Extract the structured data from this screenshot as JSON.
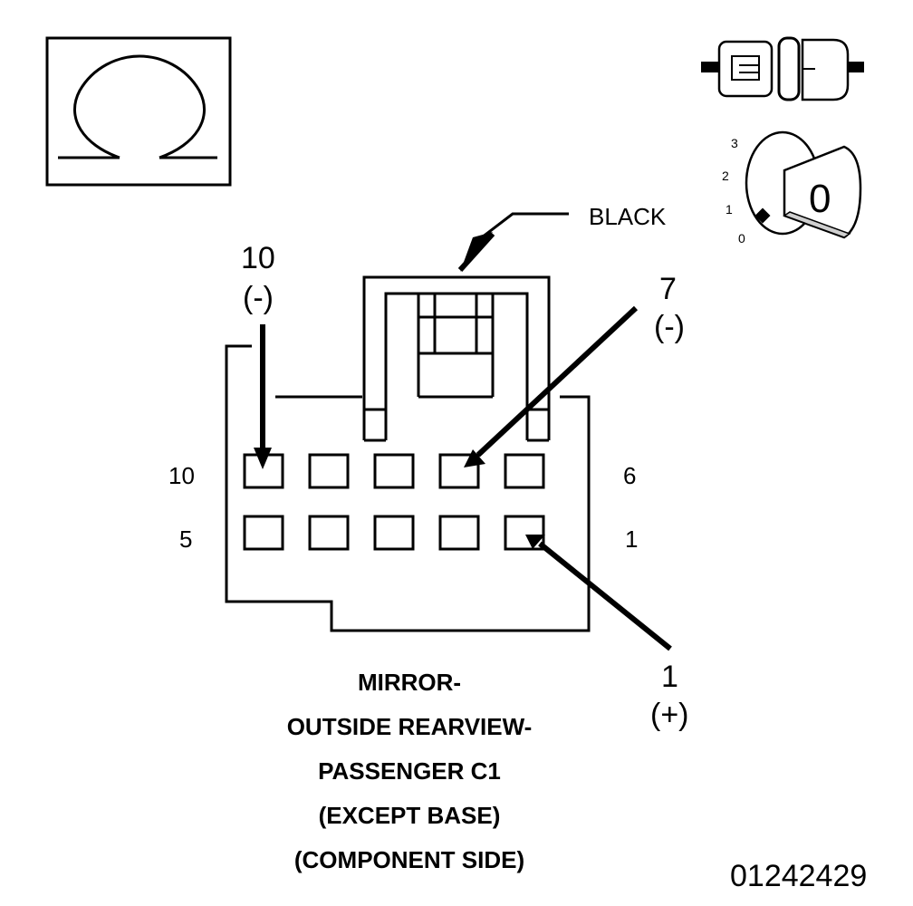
{
  "connector": {
    "color_label": "BLACK",
    "left_row_labels": [
      "10",
      "5"
    ],
    "right_row_labels": [
      "6",
      "1"
    ]
  },
  "callouts": [
    {
      "pin": "10",
      "polarity": "(-)"
    },
    {
      "pin": "7",
      "polarity": "(-)"
    },
    {
      "pin": "1",
      "polarity": "(+)"
    }
  ],
  "ignition_key": {
    "positions": [
      "3",
      "2",
      "1",
      "0"
    ],
    "key_label": "0"
  },
  "title_lines": [
    "MIRROR-",
    "OUTSIDE REARVIEW-",
    "PASSENGER C1",
    "(EXCEPT BASE)",
    "(COMPONENT SIDE)"
  ],
  "figure_number": "01242429",
  "icons": {
    "meter": "ohmmeter-icon",
    "connector": "disconnected-connector-icon",
    "ignition": "ignition-key-off-icon"
  },
  "colors": {
    "ink": "#000000",
    "paper": "#ffffff",
    "shade": "#cfcfcf"
  }
}
